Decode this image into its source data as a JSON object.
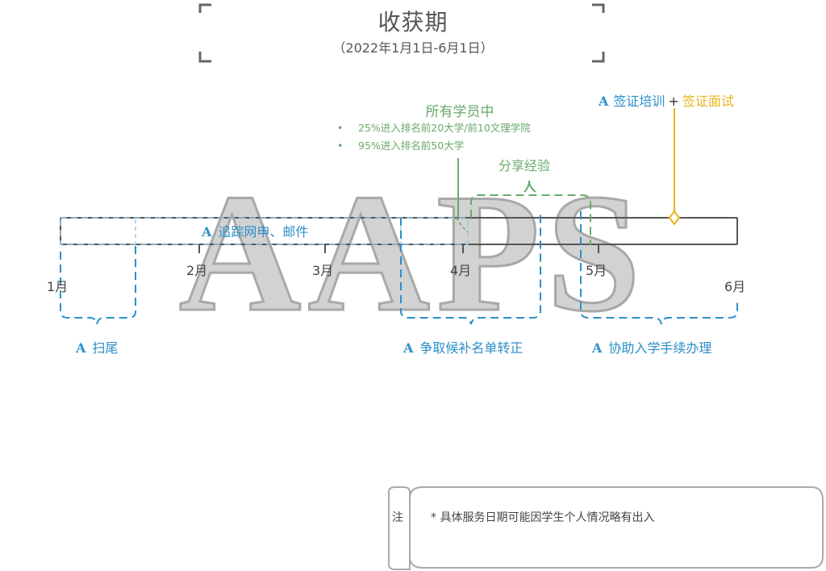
{
  "header": {
    "title": "收获期",
    "subtitle": "（2022年1月1日-6月1日）"
  },
  "watermark": {
    "text": "AAPS"
  },
  "results": {
    "title": "所有学员中",
    "bullets": [
      "25%进入排名前20大学/前10文理学院",
      "95%进入排名前50大学"
    ]
  },
  "share": {
    "label": "分享经验"
  },
  "visa": {
    "prefix": "A",
    "training": "签证培训",
    "plus": "+",
    "interview": "签证面试"
  },
  "bar": {
    "prefix": "A",
    "label": "追踪网申、邮件"
  },
  "months": [
    "1月",
    "2月",
    "3月",
    "4月",
    "5月",
    "6月"
  ],
  "phases": [
    {
      "prefix": "A",
      "label": "扫尾"
    },
    {
      "prefix": "A",
      "label": "争取候补名单转正"
    },
    {
      "prefix": "A",
      "label": "协助入学手续办理"
    }
  ],
  "note": {
    "tag": "注",
    "text": "*  具体服务日期可能因学生个人情况略有出入"
  },
  "colors": {
    "green": "#6aa96a",
    "blue": "#2c8fc9",
    "yellow": "#e8b41c",
    "line": "#555555",
    "watermark": "#c8c8c8"
  }
}
